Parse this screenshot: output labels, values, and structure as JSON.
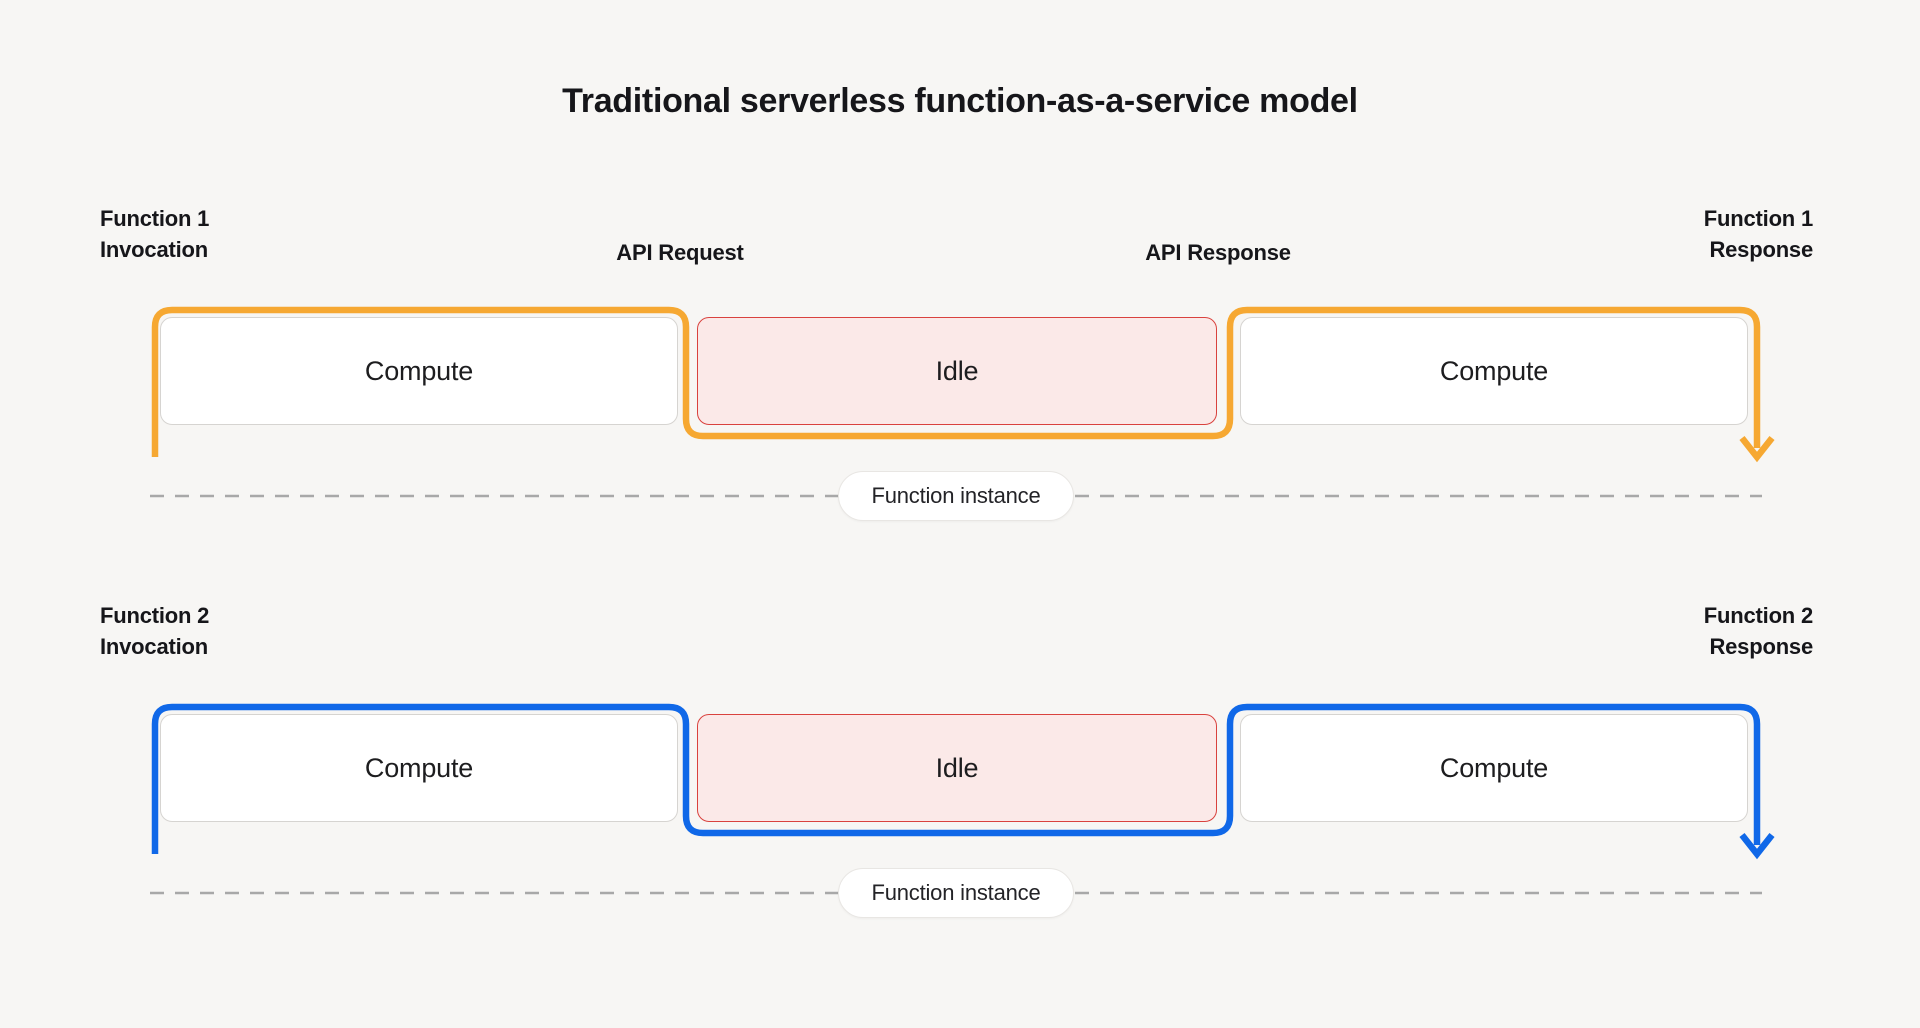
{
  "title": "Traditional serverless function-as-a-service model",
  "colors": {
    "background": "#f7f6f4",
    "function1_accent": "#f6a832",
    "function2_accent": "#1068e8",
    "idle_border": "#d9423e",
    "idle_fill": "#fbe9e8",
    "compute_border": "#d6d4d1",
    "compute_fill": "#ffffff",
    "dash_line": "#a8a8a8",
    "text_primary": "#16161a"
  },
  "rows": [
    {
      "name": "Function 1",
      "invocation": {
        "line1": "Function 1",
        "line2": "Invocation"
      },
      "response": {
        "line1": "Function 1",
        "line2": "Response"
      },
      "api_request": "API Request",
      "api_response": "API Response",
      "boxes": [
        {
          "label": "Compute",
          "state": "compute"
        },
        {
          "label": "Idle",
          "state": "idle"
        },
        {
          "label": "Compute",
          "state": "compute"
        }
      ],
      "instance_badge": "Function instance"
    },
    {
      "name": "Function 2",
      "invocation": {
        "line1": "Function 2",
        "line2": "Invocation"
      },
      "response": {
        "line1": "Function 2",
        "line2": "Response"
      },
      "boxes": [
        {
          "label": "Compute",
          "state": "compute"
        },
        {
          "label": "Idle",
          "state": "idle"
        },
        {
          "label": "Compute",
          "state": "compute"
        }
      ],
      "instance_badge": "Function instance"
    }
  ]
}
